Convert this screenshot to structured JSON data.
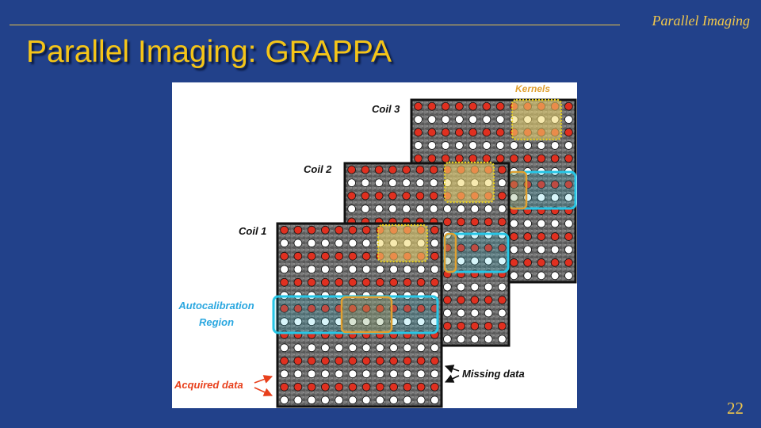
{
  "header": {
    "section": "Parallel Imaging"
  },
  "slide": {
    "title": "Parallel Imaging: GRAPPA",
    "page_number": "22"
  },
  "figure": {
    "coils": [
      {
        "label": "Coil 3"
      },
      {
        "label": "Coil 2"
      },
      {
        "label": "Coil 1"
      }
    ],
    "labels": {
      "kernels": "Kernels",
      "autocalibration_line1": "Autocalibration",
      "autocalibration_line2": "Region",
      "missing_data": "Missing data",
      "acquired_data": "Acquired data"
    },
    "colors": {
      "kernel": "#e0a030",
      "kernel_fill": "#f0d870",
      "autocalibration": "#27c6e6",
      "acquired_dot": "#e03020",
      "missing_dot": "#ffffff",
      "grid_bg": "#6b6b6b",
      "acquired_label": "#e8401c",
      "autocal_label": "#2aa7e0"
    }
  }
}
